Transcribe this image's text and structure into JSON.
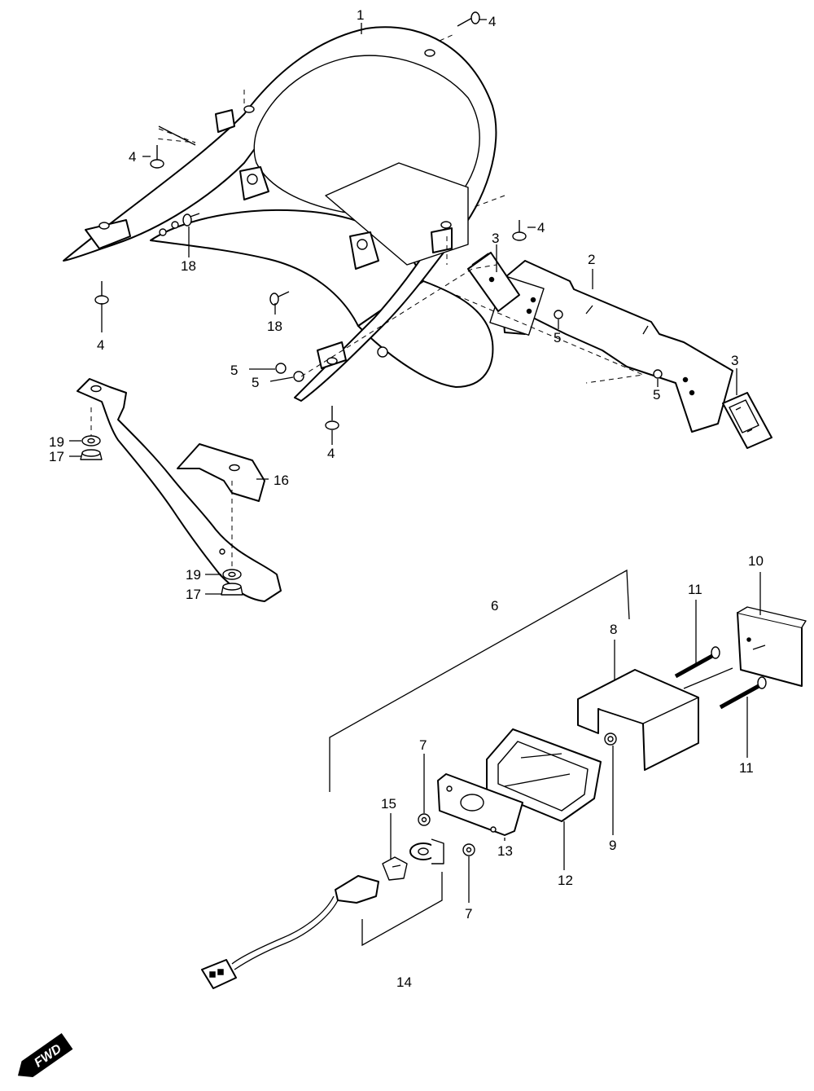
{
  "diagram": {
    "callouts": {
      "c1": "1",
      "c2": "2",
      "c3a": "3",
      "c3b": "3",
      "c4a": "4",
      "c4b": "4",
      "c4c": "4",
      "c4d": "4",
      "c4e": "4",
      "c5a": "5",
      "c5b": "5",
      "c5c": "5",
      "c5d": "5",
      "c6": "6",
      "c7a": "7",
      "c7b": "7",
      "c8": "8",
      "c9": "9",
      "c10": "10",
      "c11a": "11",
      "c11b": "11",
      "c12": "12",
      "c13": "13",
      "c14": "14",
      "c15": "15",
      "c16": "16",
      "c17a": "17",
      "c17b": "17",
      "c18a": "18",
      "c18b": "18",
      "c19a": "19",
      "c19b": "19"
    },
    "fwd_badge": "FWD"
  }
}
